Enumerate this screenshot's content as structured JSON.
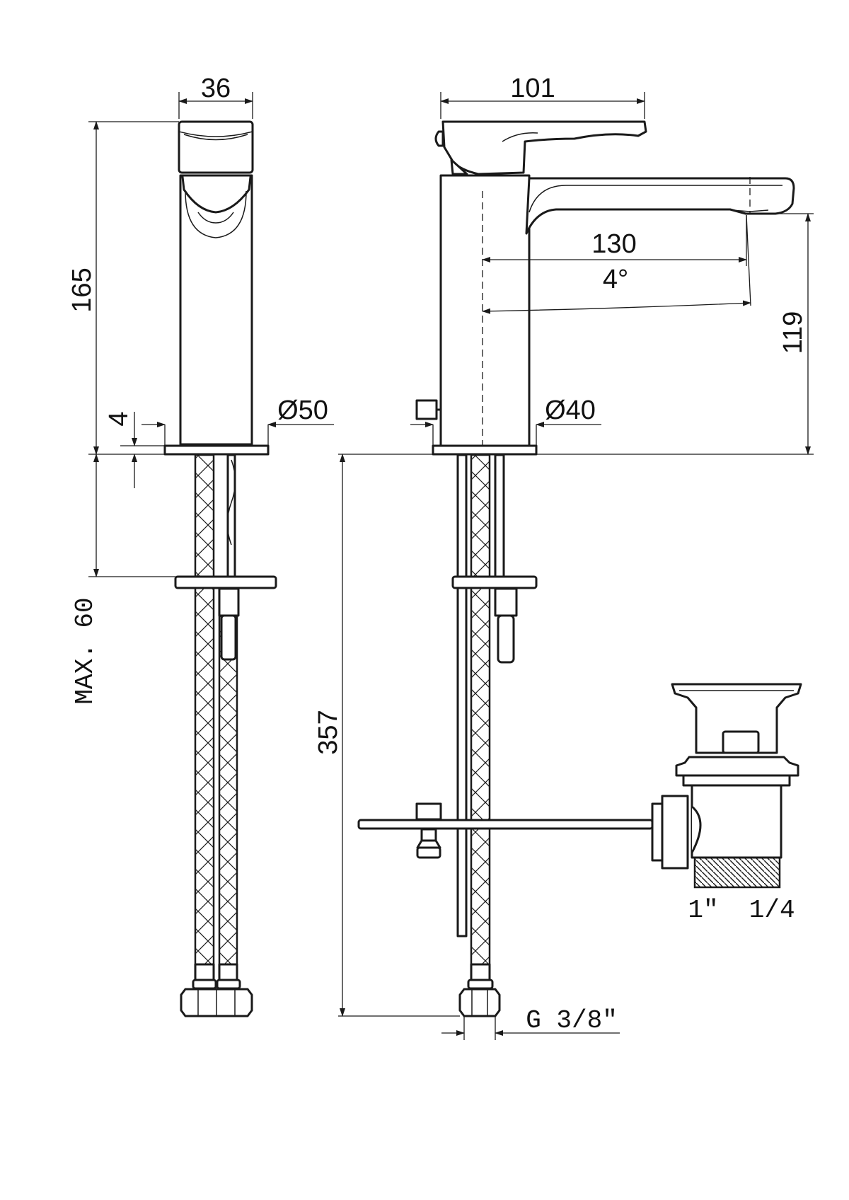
{
  "dimensions": {
    "front_width": "36",
    "front_height": "165",
    "base_thickness": "4",
    "base_diameter_front": "Ø50",
    "max_deck": "MAX. 60",
    "side_width": "101",
    "spout_reach": "130",
    "spout_angle": "4°",
    "spout_height": "119",
    "base_diameter_side": "Ø40",
    "total_length": "357",
    "hose_connection": "G 3/8\"",
    "waste_thread": "1\"  1/4"
  },
  "colors": {
    "ink": "#1a1a1a",
    "paper": "#ffffff"
  }
}
